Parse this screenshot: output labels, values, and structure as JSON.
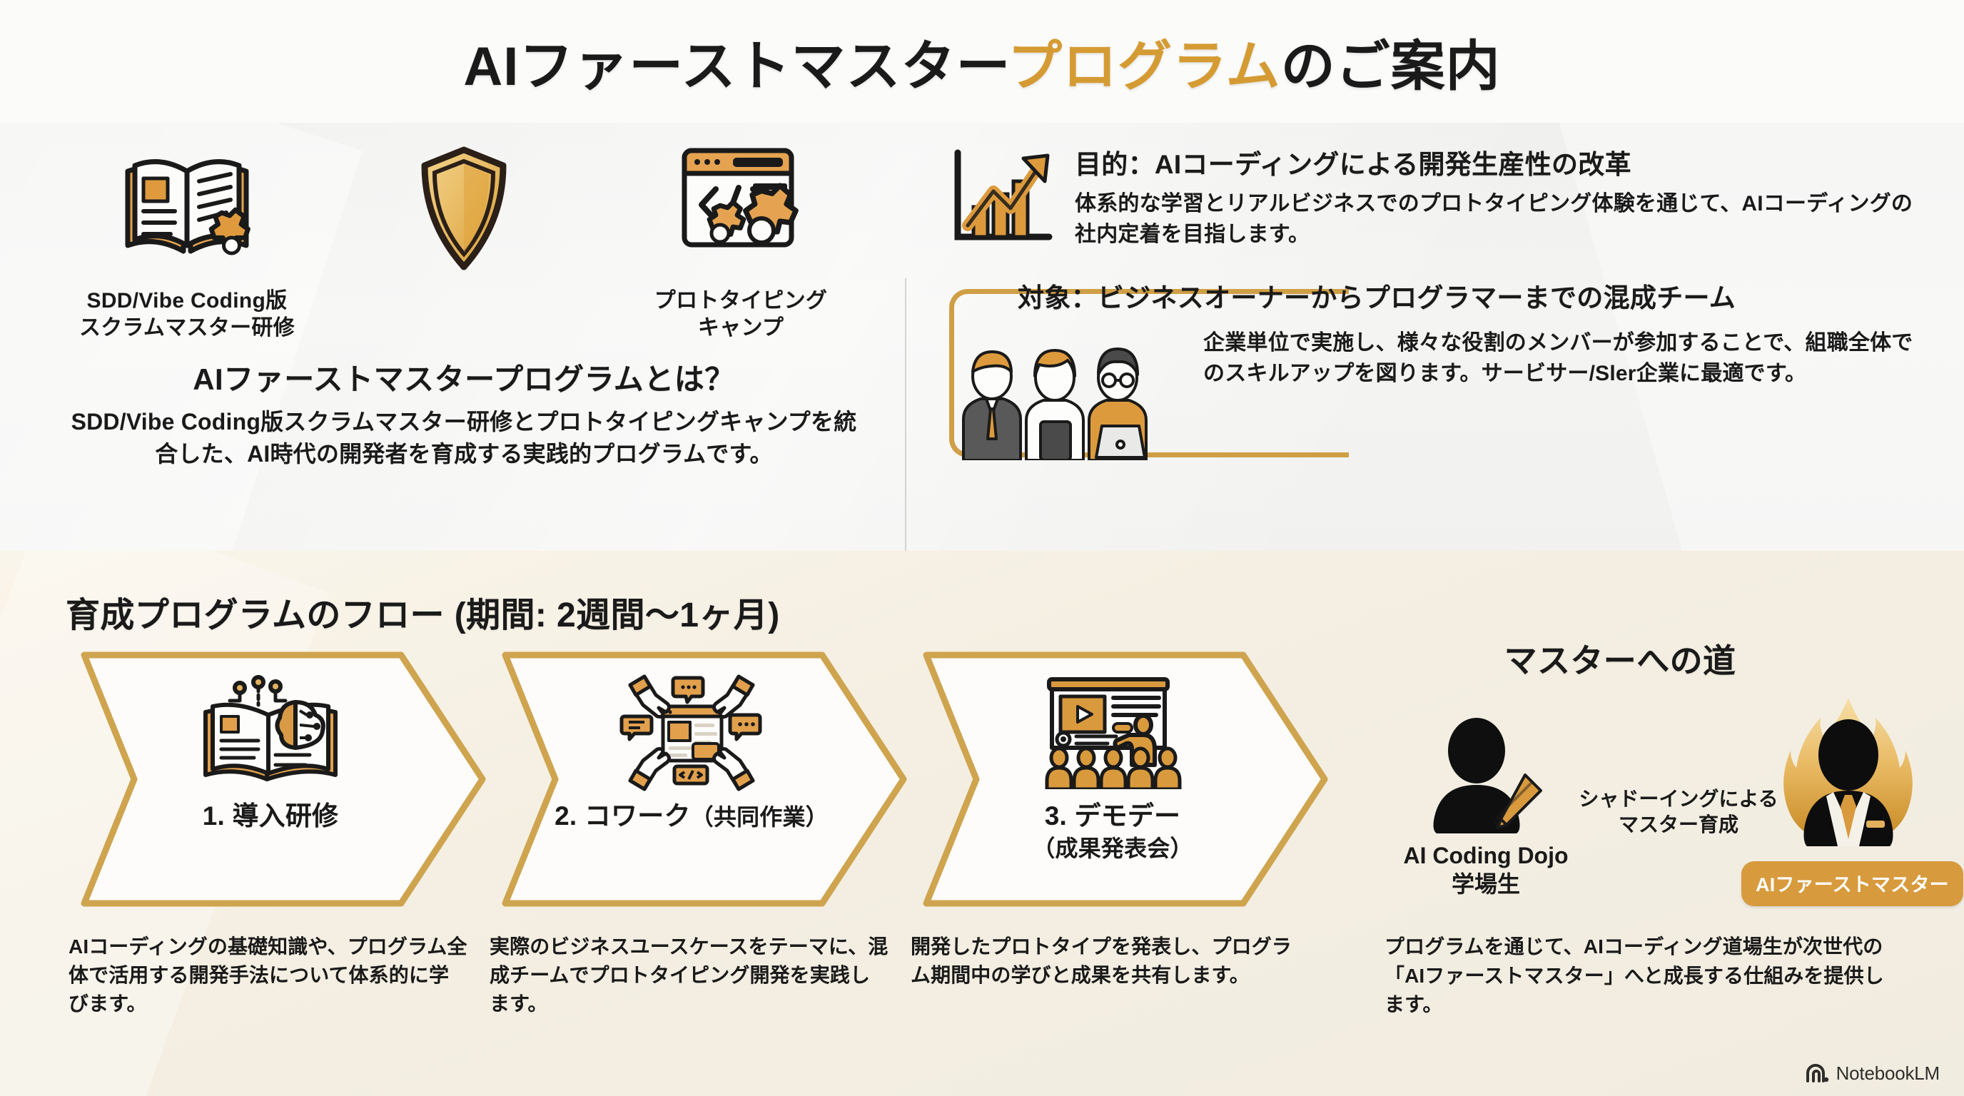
{
  "title": {
    "main_prefix": "AIファーストマスター",
    "main_accent": "プログラム",
    "main_suffix": "のご案内"
  },
  "intro": {
    "icons": [
      {
        "name": "book-gear-icon",
        "caption": "SDD/Vibe Coding版\nスクラムマスター研修"
      },
      {
        "name": "shield-icon",
        "caption": ""
      },
      {
        "name": "code-gears-icon",
        "caption": "プロトタイピング\nキャンプ"
      }
    ],
    "heading": "AIファーストマスタープログラムとは？",
    "body": "SDD/Vibe Coding版スクラムマスター研修とプロトタイピングキャンプを統合した、AI時代の開発者を育成する実践的プログラムです。"
  },
  "purpose": {
    "icon": "growth-chart-icon",
    "title": "目的：AIコーディングによる開発生産性の改革",
    "body": "体系的な学習とリアルビジネスでのプロトタイピング体験を通じて、AIコーディングの社内定着を目指します。"
  },
  "target": {
    "icon": "mixed-team-icon",
    "title": "対象：ビジネスオーナーからプログラマーまでの混成チーム",
    "body": "企業単位で実施し、様々な役割のメンバーが参加することで、組職全体でのスキルアップを図ります。サービサー/Sler企業に最適です。"
  },
  "flow": {
    "heading": "育成プログラムのフロー (期間: 2週間〜1ヶ月)",
    "steps": [
      {
        "icon": "book-brain-icon",
        "label": "1. 導入研修",
        "sub": "",
        "desc": "AIコーディングの基礎知識や、プログラム全体で活用する開発手法について体系的に学びます。"
      },
      {
        "icon": "collaboration-hands-icon",
        "label": "2. コワーク",
        "sub": "（共同作業）",
        "desc": "実際のビジネスユースケースをテーマに、混成チームでプロトタイピング開発を実践します。"
      },
      {
        "icon": "presentation-icon",
        "label": "3. デモデー",
        "sub": "（成果発表会）",
        "desc": "開発したプロトタイプを発表し、プログラム期間中の学びと成果を共有します。"
      }
    ]
  },
  "master_road": {
    "heading": "マスターへの道",
    "dojo_icon": "student-pencil-icon",
    "dojo_label": "AI Coding Dojo\n学場生",
    "shadowing_label": "シャドーイングによる\nマスター育成",
    "master_icon": "flame-master-icon",
    "master_badge": "AIファーストマスター",
    "desc": "プログラムを通じて、AIコーディング道場生が次世代の「AIファーストマスター」へと成長する仕組みを提供します。"
  },
  "footer": {
    "logo_text": "NotebookLM",
    "logo_icon": "notebooklm-icon"
  },
  "colors": {
    "accent_gold": "#d59b33",
    "chevron_gold": "#cfa44f",
    "icon_orange": "#dd9a3c",
    "ink": "#1a1a1a"
  }
}
